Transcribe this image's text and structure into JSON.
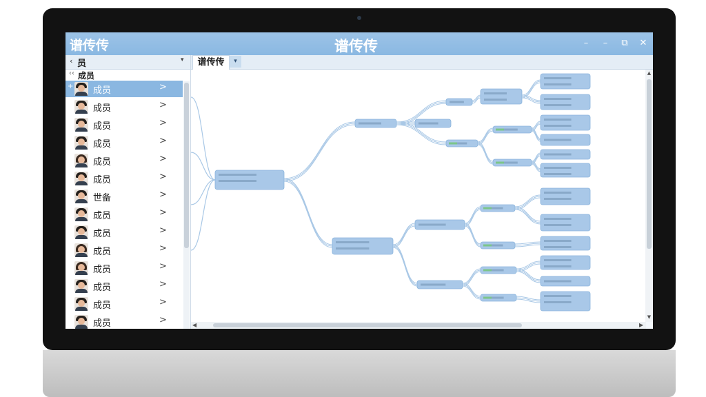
{
  "window": {
    "app_name": "谱传传",
    "title": "谱传传",
    "controls": [
      "–",
      "–",
      "⧉",
      "✕"
    ]
  },
  "sidebar": {
    "header_back": "‹",
    "header_title": "员",
    "header_dropdown": "▾",
    "sub_icon": "‹‹",
    "sub_label": "成员",
    "members": [
      {
        "name": "成员",
        "selected": true,
        "gender": "m"
      },
      {
        "name": "成员",
        "selected": false,
        "gender": "m"
      },
      {
        "name": "成员",
        "selected": false,
        "gender": "m"
      },
      {
        "name": "成员",
        "selected": false,
        "gender": "m"
      },
      {
        "name": "成员",
        "selected": false,
        "gender": "f"
      },
      {
        "name": "成员",
        "selected": false,
        "gender": "m"
      },
      {
        "name": "世备",
        "selected": false,
        "gender": "m"
      },
      {
        "name": "成员",
        "selected": false,
        "gender": "m"
      },
      {
        "name": "成员",
        "selected": false,
        "gender": "m"
      },
      {
        "name": "成员",
        "selected": false,
        "gender": "f"
      },
      {
        "name": "成员",
        "selected": false,
        "gender": "f"
      },
      {
        "name": "成员",
        "selected": false,
        "gender": "m"
      },
      {
        "name": "成员",
        "selected": false,
        "gender": "m"
      },
      {
        "name": "成员",
        "selected": false,
        "gender": "m"
      }
    ],
    "chevron": ">",
    "plus": "+"
  },
  "tabs": {
    "active_label": "谱传传",
    "dropdown": "▾"
  },
  "mindmap": {
    "node_color": "#a9c8e8",
    "node_border": "#8ab4dc",
    "edge_color": "#a9c8e6",
    "leaf_accent": "#7cc58a",
    "root": {
      "line1": " ",
      "line2": " "
    },
    "nodes": [
      {
        "id": "left",
        "label": " "
      },
      {
        "id": "a",
        "label": " "
      },
      {
        "id": "b",
        "label": " "
      }
    ]
  },
  "scrollbars": {
    "up": "▲",
    "down": "▼",
    "left": "◀",
    "right": "▶"
  }
}
